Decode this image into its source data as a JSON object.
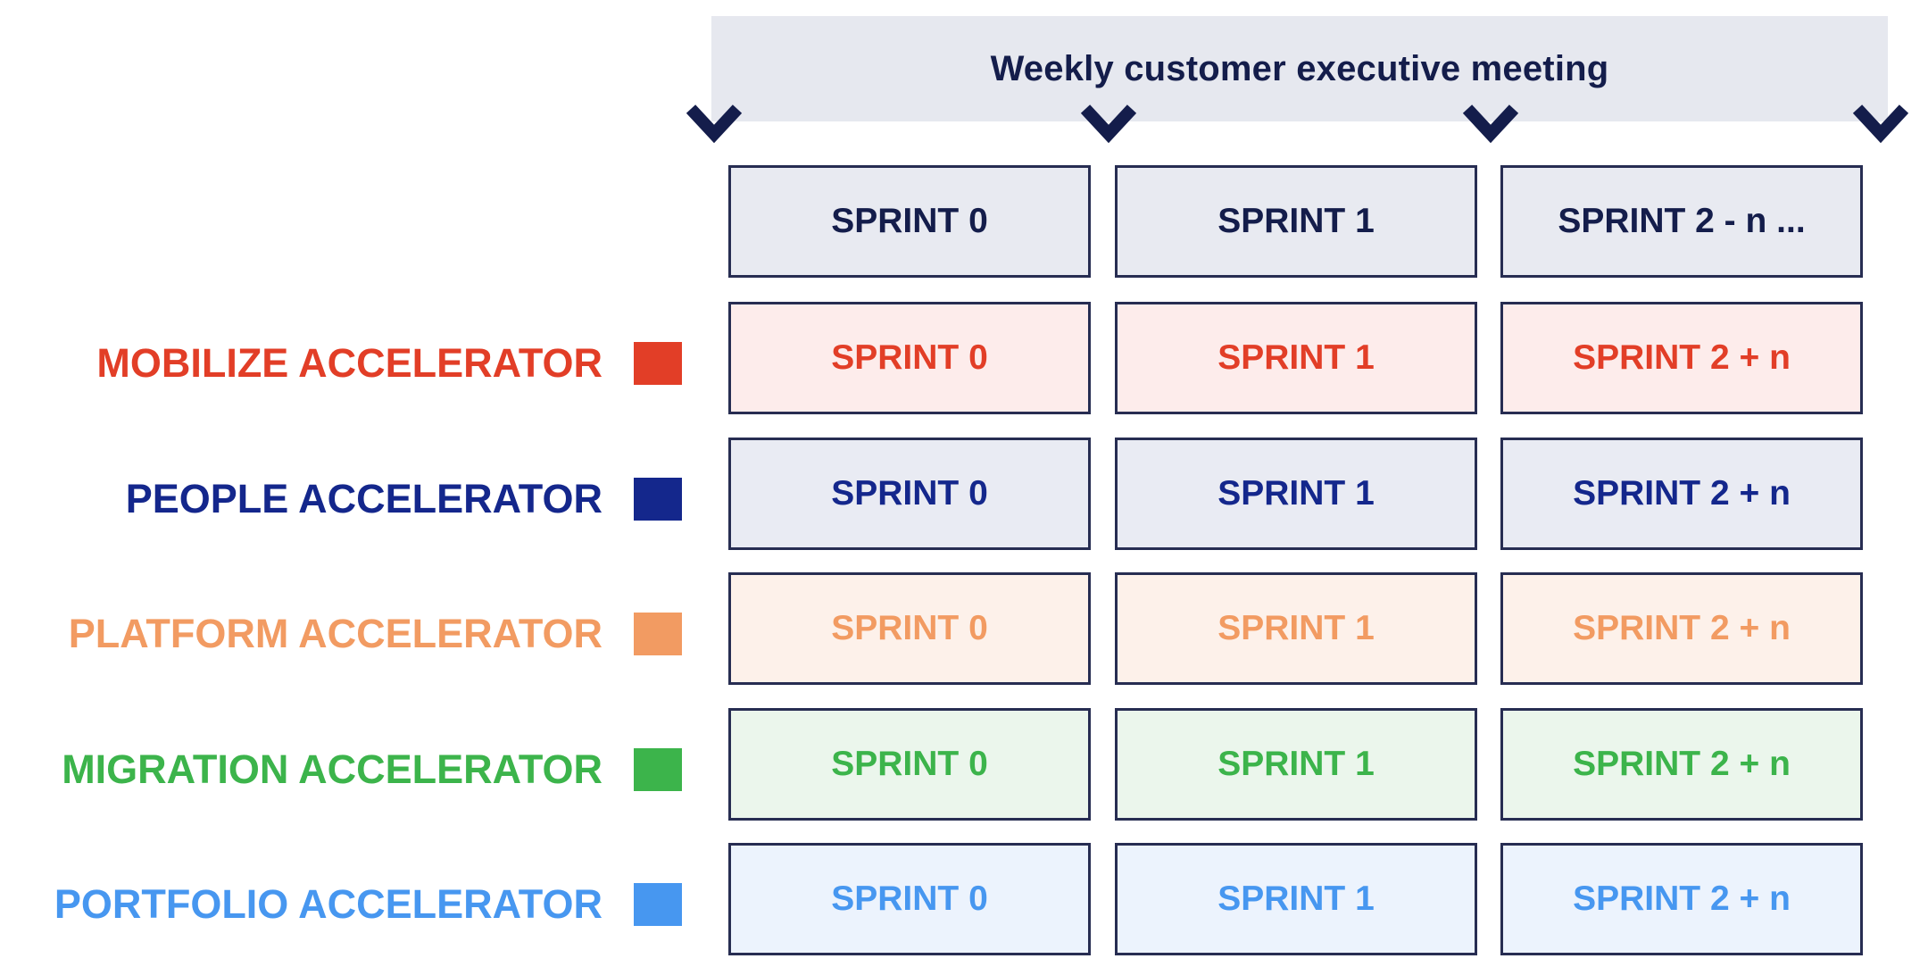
{
  "banner": {
    "title": "Weekly customer executive meeting"
  },
  "header_row": {
    "cells": [
      "SPRINT 0",
      "SPRINT 1",
      "SPRINT 2 - n ..."
    ],
    "text_color": "#141d4b",
    "fill_color": "#e8eaf1"
  },
  "rows": [
    {
      "label": "MOBILIZE ACCELERATOR",
      "color": "#e23e27",
      "fill": "#fdeceb",
      "cells": [
        "SPRINT 0",
        "SPRINT 1",
        "SPRINT 2 + n"
      ]
    },
    {
      "label": "PEOPLE ACCELERATOR",
      "color": "#14278c",
      "fill": "#e9ebf3",
      "cells": [
        "SPRINT 0",
        "SPRINT 1",
        "SPRINT 2 + n"
      ]
    },
    {
      "label": "PLATFORM ACCELERATOR",
      "color": "#f29b62",
      "fill": "#fdf1ea",
      "cells": [
        "SPRINT 0",
        "SPRINT 1",
        "SPRINT 2 + n"
      ]
    },
    {
      "label": "MIGRATION ACCELERATOR",
      "color": "#3cb44b",
      "fill": "#ebf6ec",
      "cells": [
        "SPRINT 0",
        "SPRINT 1",
        "SPRINT 2 + n"
      ]
    },
    {
      "label": "PORTFOLIO ACCELERATOR",
      "color": "#4797f0",
      "fill": "#ecf3fd",
      "cells": [
        "SPRINT 0",
        "SPRINT 1",
        "SPRINT 2 + n"
      ]
    }
  ],
  "icons": {
    "milestone_marker": "chevron-down-icon",
    "row_legend": "color-swatch"
  }
}
